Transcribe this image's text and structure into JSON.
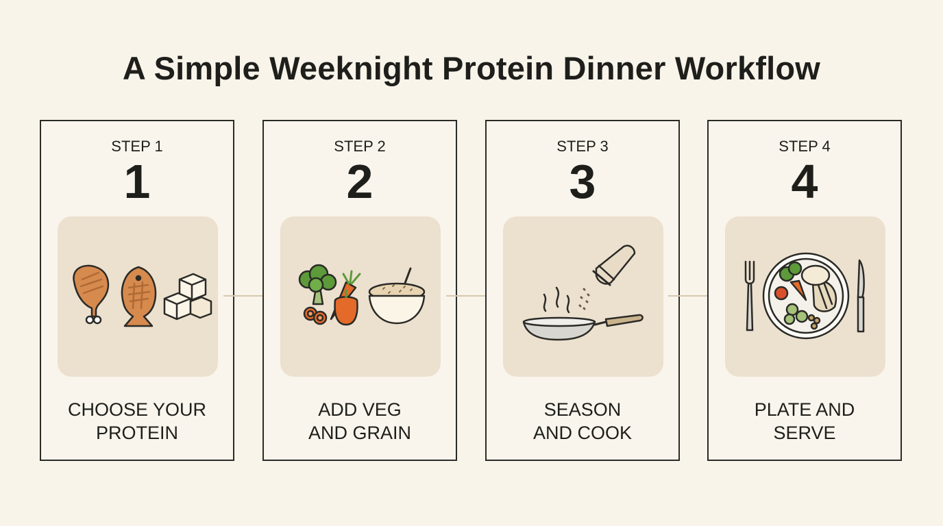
{
  "title": "A Simple Weeknight Protein Dinner Workflow",
  "steps": [
    {
      "label": "STEP 1",
      "number": "1",
      "caption": [
        "CHOOSE YOUR",
        "PROTEIN"
      ],
      "icons": [
        "chicken-drumstick-icon",
        "fish-icon",
        "tofu-cubes-icon"
      ]
    },
    {
      "label": "STEP 2",
      "number": "2",
      "caption": [
        "ADD VEG",
        "AND GRAIN"
      ],
      "icons": [
        "broccoli-icon",
        "carrot-icon",
        "bell-pepper-icon",
        "grain-bowl-icon"
      ]
    },
    {
      "label": "STEP 3",
      "number": "3",
      "caption": [
        "SEASON",
        "AND COOK"
      ],
      "icons": [
        "frying-pan-icon",
        "steam-icon",
        "salt-shaker-icon"
      ]
    },
    {
      "label": "STEP 4",
      "number": "4",
      "caption": [
        "PLATE AND",
        "SERVE"
      ],
      "icons": [
        "fork-icon",
        "plate-icon",
        "knife-icon"
      ]
    }
  ],
  "colors": {
    "background": "#f8f4ea",
    "tile": "#ece0cf",
    "border": "#2a2a26",
    "arrow": "#d9c8ae",
    "protein": "#d68a4e",
    "veg_green": "#5c9a3a",
    "veg_orange": "#e46a2a"
  }
}
